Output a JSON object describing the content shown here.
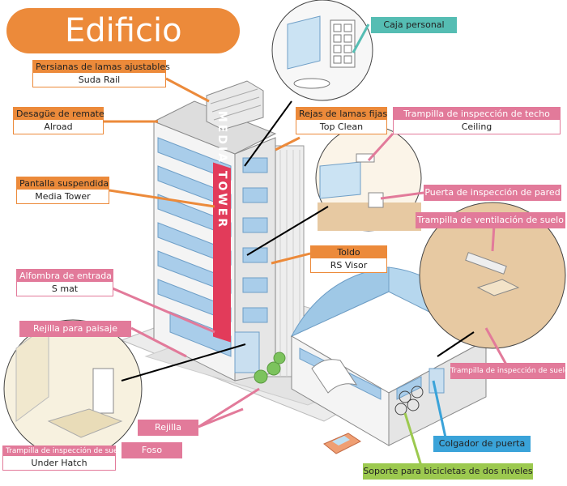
{
  "title": "Edificio",
  "sign_text": "MEDIA TOWER",
  "colors": {
    "orange": "#ec8a3a",
    "pink": "#e27a9a",
    "teal": "#55bdb3",
    "blue": "#3aa3d9",
    "green": "#9cc94f"
  },
  "labels": {
    "persianas": {
      "name": "Persianas de lamas ajustables",
      "product": "Suda Rail"
    },
    "desague": {
      "name": "Desagüe de remate",
      "product": "Alroad"
    },
    "pantalla": {
      "name": "Pantalla suspendida",
      "product": "Media Tower"
    },
    "alfombra": {
      "name": "Alfombra de entrada",
      "product": "S mat"
    },
    "rejilla_paisaje": {
      "name": "Rejilla para paisaje"
    },
    "rejas": {
      "name": "Rejas de lamas fijas",
      "product": "Top Clean"
    },
    "trampilla_techo": {
      "name": "Trampilla de inspección de techo",
      "product": "Ceiling"
    },
    "caja": {
      "name": "Caja personal"
    },
    "puerta_pared": {
      "name": "Puerta de inspección de pared"
    },
    "ventilacion": {
      "name": "Trampilla de ventilación de suelo"
    },
    "toldo": {
      "name": "Toldo",
      "product": "RS Visor"
    },
    "trampilla_suelo": {
      "name": "Trampilla de inspección de suelo"
    },
    "under_hatch": {
      "name": "Trampilla de inspección de suelo",
      "product": "Under Hatch"
    },
    "rejilla": {
      "name": "Rejilla"
    },
    "foso": {
      "name": "Foso"
    },
    "colgador": {
      "name": "Colgador de puerta"
    },
    "soporte": {
      "name": "Soporte para bicicletas de dos niveles"
    }
  }
}
